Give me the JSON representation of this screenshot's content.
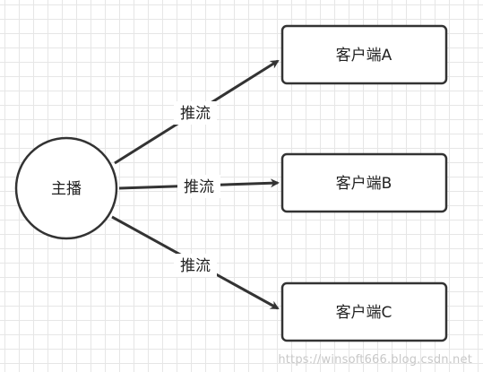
{
  "diagram": {
    "source": {
      "label": "主播"
    },
    "targets": [
      {
        "label": "客户端A"
      },
      {
        "label": "客户端B"
      },
      {
        "label": "客户端C"
      }
    ],
    "edges": [
      {
        "label": "推流"
      },
      {
        "label": "推流"
      },
      {
        "label": "推流"
      }
    ]
  },
  "watermark": "https://winsoft666.blog.csdn.net",
  "colors": {
    "stroke": "#333333",
    "fill": "#ffffff",
    "grid": "#e6e6e6"
  }
}
